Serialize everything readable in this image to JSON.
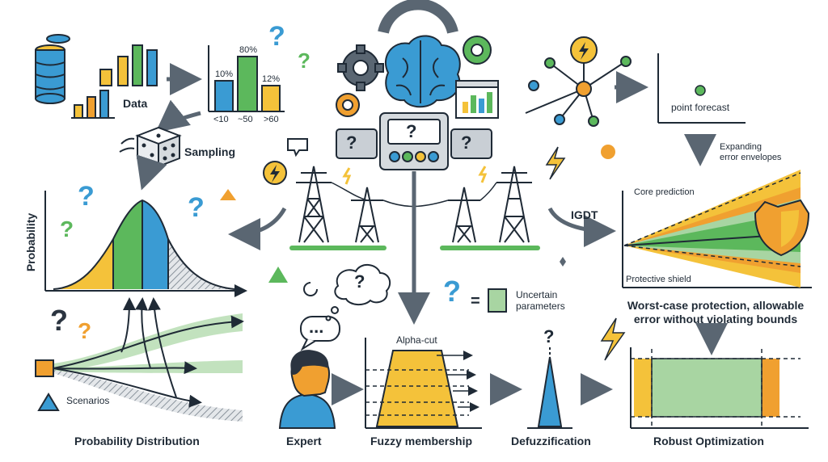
{
  "colors": {
    "ink": "#2b3440",
    "blue": "#3a9bd3",
    "green": "#5cb85c",
    "yellow": "#f4c23a",
    "orange": "#f0a030",
    "grey": "#5a6672",
    "light_green": "#a8d5a2",
    "hatch": "#9aa3ad"
  },
  "icons": [
    "database-icon",
    "bar-chart-icon",
    "dice-icon",
    "question-icon",
    "gear-icon",
    "brain-icon",
    "lightning-icon",
    "transmission-tower-icon",
    "control-panel-icon",
    "network-icon",
    "shield-icon",
    "person-icon",
    "thought-bubble-icon",
    "speech-bubble-icon"
  ],
  "labels": {
    "data": "Data",
    "hist_pct_1": "10%",
    "hist_pct_2": "80%",
    "hist_pct_3": "12%",
    "hist_cat_1": "<10",
    "hist_cat_2": "~50",
    "hist_cat_3": ">60",
    "sampling": "Sampling",
    "probability_axis": "Probability",
    "scenarios": "Scenarios",
    "probability_distribution": "Probability Distribution",
    "point_forecast": "point forecast",
    "expanding_error": "Expanding\nerror envelopes",
    "igdt": "IGDT",
    "core_prediction": "Core prediction",
    "protective_shield": "Protective shield",
    "worst_case": "Worst-case protection, allowable\nerror without violating bounds",
    "uncertain_params": "Uncertain\nparameters",
    "eq_sign": "=",
    "alpha_cut": "Alpha-cut",
    "expert": "Expert",
    "fuzzy_membership": "Fuzzy membership",
    "defuzzification": "Defuzzification",
    "robust_optimization": "Robust Optimization",
    "question_mark": "?",
    "ellipsis": "..."
  }
}
